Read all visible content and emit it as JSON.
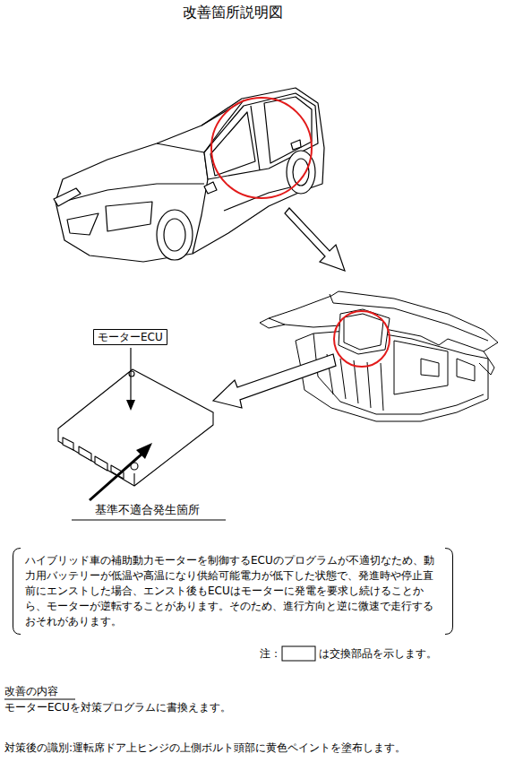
{
  "diagram": {
    "title": "改善箇所説明図",
    "nodes": [
      {
        "text": [
          "モーターECU"
        ]
      },
      {
        "text": [
          "ハイブリッド車の補助動力モーターを制御するECUのプログラムが不適切なため、動力用バッテリーが低温や高温になり供給可能電力が低下した状態で、発進時や停止直前にエンストした場合、エンスト後もECUはモーターに発電を要求し続けることから、モーターが逆転することがあります。そのため、進行方向と逆に微速で走行するおそれがあります。"
        ]
      }
    ],
    "labels": [
      "基準不適合発生箇所",
      "注：",
      "は交換部品を示します。",
      "改善の内容",
      "モーターECUを対策プログラムに書換えます。",
      "対策後の識別:運転席ドア上ヒンジの上側ボルト頭部に黄色ペイントを塗布します。"
    ]
  }
}
